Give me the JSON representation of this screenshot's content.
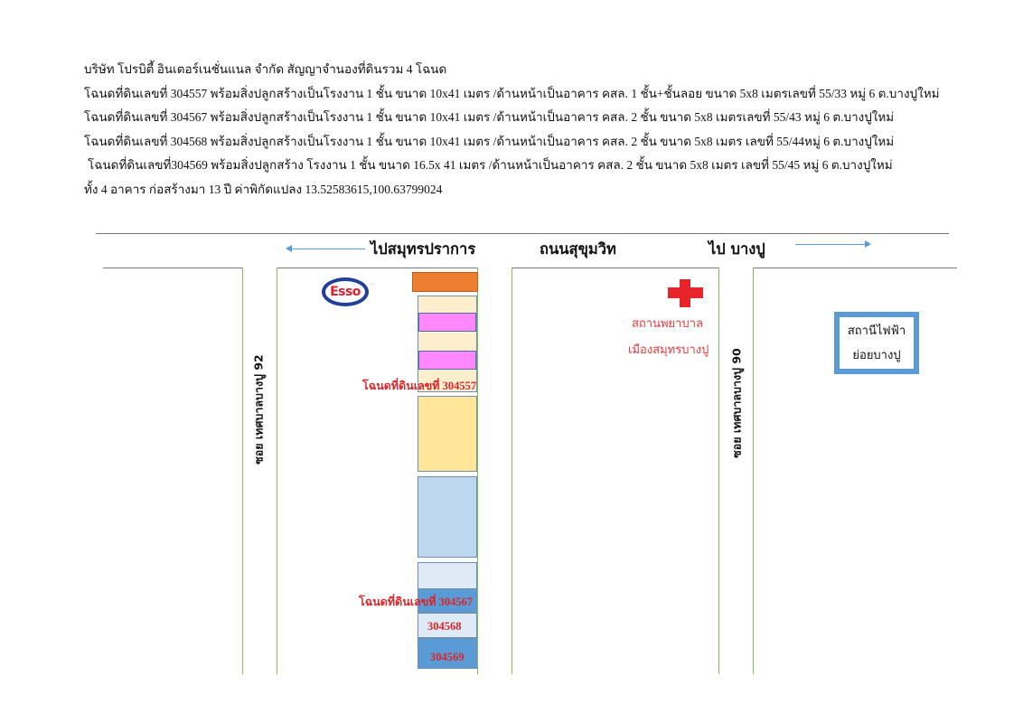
{
  "description": {
    "lines": [
      "บริษัท โปรบิตี้ อินเตอร์เนชั่นแนล จำกัด  สัญญาจำนองที่ดินรวม 4 โฉนด",
      "โฉนดที่ดินเลขที่ 304557 พร้อมสิ่งปลูกสร้างเป็นโรงงาน 1 ชั้น ขนาด 10x41 เมตร /ด้านหน้าเป็นอาคาร คสล. 1 ชั้น+ชั้นลอย ขนาด 5x8 เมตรเลขที่ 55/33 หมู่ 6 ต.บางปูใหม่",
      "โฉนดที่ดินเลขที่ 304567 พร้อมสิ่งปลูกสร้างเป็นโรงงาน 1 ชั้น ขนาด 10x41 เมตร /ด้านหน้าเป็นอาคาร คสล. 2 ชั้น  ขนาด 5x8 เมตรเลขที่ 55/43 หมู่  6 ต.บางปูใหม่",
      "โฉนดที่ดินเลขที่ 304568 พร้อมสิ่งปลูกสร้างเป็นโรงงาน 1 ชั้น ขนาด 10x41 เมตร /ด้านหน้าเป็นอาคาร คสล. 2 ชั้น ขนาด 5x8 เมตร  เลขที่ 55/44หมู่ 6   ต.บางปูใหม่",
      " โฉนดที่ดินเลขที่304569  พร้อมสิ่งปลูกสร้าง  โรงงาน 1 ชั้น ขนาด 16.5x 41 เมตร /ด้านหน้าเป็นอาคาร คสล. 2 ชั้น ขนาด 5x8 เมตร  เลขที่ 55/45 หมู่ 6   ต.บางปูใหม่",
      "ทั้ง 4 อาคาร ก่อสร้างมา 13 ปี    ค่าพิกัดแปลง  13.52583615,100.63799024"
    ]
  },
  "map": {
    "road_labels": {
      "to_samut_prakan": "ไปสมุทรปราการ",
      "sukhumvit": "ถนนสุขุมวิท",
      "to_bang_pu": "ไป บางปู"
    },
    "soi_labels": {
      "soi_92": "ซอย เทศบาลบางปู 92",
      "soi_90": "ซอย เทศบาลบางปู 90"
    },
    "landmarks": {
      "esso": {
        "name": "Esso",
        "icon": "esso-logo-icon"
      },
      "hospital": {
        "icon": "red-cross-icon",
        "line1": "สถานพยาบาล",
        "line2": "เมืองสมุทรบางปู"
      },
      "substation": {
        "line1": "สถานีไฟฟ้า",
        "line2": "ย่อยบางปู"
      }
    },
    "plots": [
      {
        "id": "304557",
        "label": "โฉนดที่ดินเลขที่ 304557"
      },
      {
        "id": "304567",
        "label": "โฉนดที่ดินเลขที่ 304567"
      },
      {
        "id": "304568",
        "label": "304568"
      },
      {
        "id": "304569",
        "label": "304569"
      }
    ],
    "colors": {
      "road_line": "#7fbf5a",
      "arrow": "#5b9bd5",
      "plot_label": "#d9262b",
      "orange_block": "#ed7d31",
      "pink_block": "#ff88ff",
      "cream_block": "#fdeece",
      "yellow_block": "#ffe699",
      "light_blue_block": "#bdd7ee",
      "pale_blue_block": "#deebf7",
      "mid_blue_block": "#5b9bd5"
    }
  }
}
